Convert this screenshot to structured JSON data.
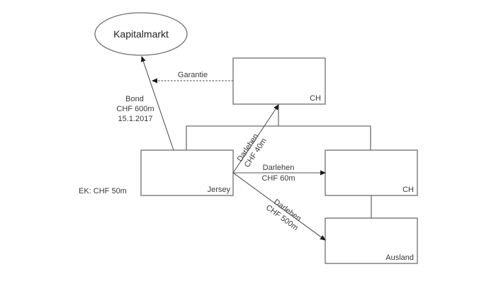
{
  "nodes": {
    "kapitalmarkt": {
      "label": "Kapitalmarkt"
    },
    "ch_top": {
      "label": "CH"
    },
    "jersey": {
      "label": "Jersey"
    },
    "ch_right": {
      "label": "CH"
    },
    "ausland": {
      "label": "Ausland"
    }
  },
  "edges": {
    "bond": {
      "line1": "Bond",
      "line2": "CHF 600m",
      "line3": "15.1.2017"
    },
    "garantie": {
      "label": "Garantie"
    },
    "darlehen_40": {
      "line1": "Darlehen",
      "line2": "CHF 40m"
    },
    "darlehen_60": {
      "line1": "Darlehen",
      "line2": "CHF 60m"
    },
    "darlehen_500": {
      "line1": "Darlehen",
      "line2": "CHF 500m"
    }
  },
  "annotations": {
    "equity": "EK: CHF 50m"
  }
}
